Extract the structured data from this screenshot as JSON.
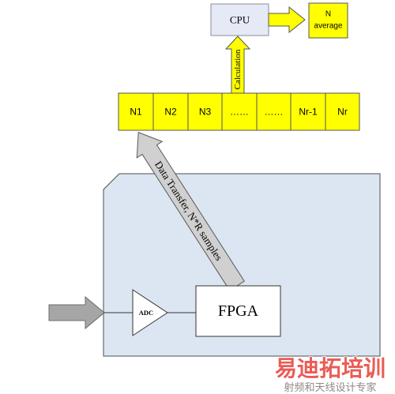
{
  "diagram": {
    "cpu": {
      "label": "CPU"
    },
    "n_average": {
      "line1": "N",
      "line2": "average"
    },
    "calculation_arrow": {
      "label": "Calculation"
    },
    "buffer": {
      "cells": [
        "N1",
        "N2",
        "N3",
        "……",
        "……",
        "Nr-1",
        "Nr"
      ]
    },
    "data_transfer_arrow": {
      "label": "Data Transfer, N*R samples"
    },
    "fpga": {
      "label": "FPGA"
    },
    "adc": {
      "label": "ADC"
    }
  },
  "watermark": {
    "line1": "易迪拓培训",
    "line2": "射频和天线设计专家"
  },
  "colors": {
    "yellow": "#ffff00",
    "board_panel": "#dce6f2",
    "cpu_fill": "#e6eaf6",
    "input_arrow": "#a6a6a6",
    "transfer_arrow": "#d0d0d0",
    "watermark_red": "#e5342b",
    "watermark_sub": "#7a6a6a"
  }
}
